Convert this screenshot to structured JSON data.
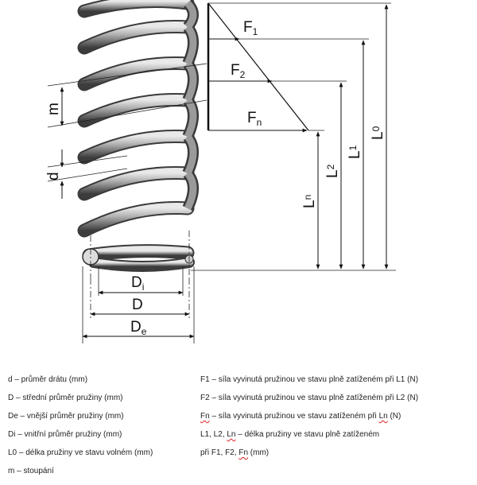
{
  "diagram": {
    "labels": {
      "F1": "F",
      "F1_sub": "1",
      "F2": "F",
      "F2_sub": "2",
      "Fn": "F",
      "Fn_sub": "n",
      "m": "m",
      "d": "d",
      "Di": "D",
      "Di_sub": "i",
      "D": "D",
      "De": "D",
      "De_sub": "e",
      "Ln": "L",
      "Ln_sub": "n",
      "L2": "L",
      "L2_sub": "2",
      "L1": "L",
      "L1_sub": "1",
      "L0": "L",
      "L0_sub": "0"
    }
  },
  "legend": {
    "left": [
      "d – průměr drátu (mm)",
      "D – střední průměr pružiny (mm)",
      "De – vnější průměr pružiny (mm)",
      "Di – vnitřní průměr pružiny (mm)",
      "L0 – délka pružiny ve stavu volném (mm)",
      "m – stoupání"
    ],
    "right": {
      "f1": "F1 – síla vyvinutá pružinou ve stavu plně zatíženém při L1 (N)",
      "f2": "F2 – síla vyvinutá pružinou ve stavu plně zatíženém při L2 (N)",
      "fn_a": "Fn",
      "fn_b": " – síla vyvinutá pružinou ve stavu zatíženém při ",
      "fn_c": "Ln",
      "fn_d": " (N)",
      "l_a": "L1, L2, ",
      "l_b": "Ln",
      "l_c": " – délka pružiny ve stavu plně zatíženém",
      "l2_a": "při F1, F2, ",
      "l2_b": "Fn",
      "l2_c": " (mm)"
    }
  }
}
